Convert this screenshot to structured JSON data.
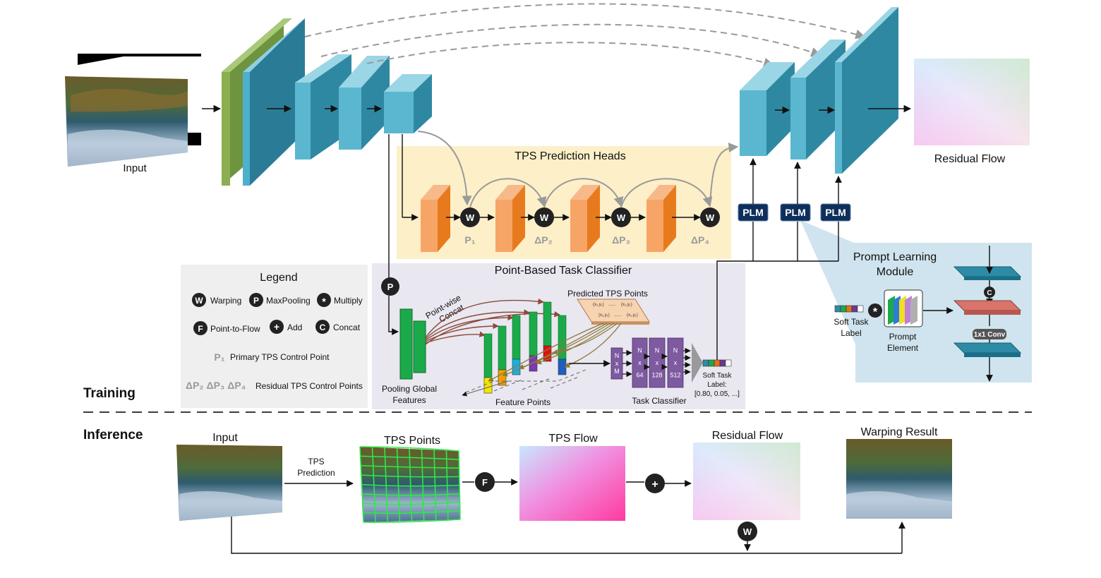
{
  "sections": {
    "training": "Training",
    "inference": "Inference"
  },
  "labels": {
    "input": "Input",
    "residual_flow": "Residual Flow",
    "tps_heads": "TPS Prediction Heads",
    "task_classifier_box": "Point-Based Task Classifier",
    "pooling_global_l1": "Pooling Global",
    "pooling_global_l2": "Features",
    "pointwise_l1": "Point-wise",
    "pointwise_l2": "Concat",
    "predicted_tps_points": "Predicted TPS Points",
    "feature_points": "Feature Points",
    "task_classifier": "Task Classifier",
    "soft_task_l1": "Soft Task",
    "soft_task_l2": "Label:",
    "soft_task_l3": "[0.80, 0.05, ...]",
    "plm_title_l1": "Prompt Learning",
    "plm_title_l2": "Module",
    "soft_task_label_l1": "Soft Task",
    "soft_task_label_l2": "Label",
    "prompt_element_l1": "Prompt",
    "prompt_element_l2": "Element",
    "conv": "1x1 Conv",
    "plm": "PLM"
  },
  "tps_points": {
    "p1": "P₁",
    "p2": "ΔP₂",
    "p3": "ΔP₃",
    "p4": "ΔP₄",
    "cell_a": "(x₁,y₁)",
    "cell_b": "(x₁,y₁)",
    "cell_c": "(x₁,y₁)",
    "cell_d": "(x₁,y₁)",
    "dots": "......"
  },
  "classifier": {
    "nxm": [
      "N",
      "x",
      "M"
    ],
    "l64": [
      "N",
      "x",
      "64"
    ],
    "l128": [
      "N",
      "x",
      "128"
    ],
    "l512": [
      "N",
      "x",
      "512"
    ]
  },
  "legend": {
    "title": "Legend",
    "warping": "Warping",
    "maxpooling": "MaxPooling",
    "multiply": "Multiply",
    "point_to_flow": "Point-to-Flow",
    "add": "Add",
    "concat": "Concat",
    "p1_symbol": "P₁",
    "primary": "Primary TPS Control Point",
    "residual_symbols": "ΔP₂ ΔP₃ ΔP₄",
    "residual": "Residual TPS Control Points"
  },
  "symbols": {
    "W": "W",
    "P": "P",
    "F": "F",
    "C": "C",
    "add": "+",
    "mul": "*"
  },
  "inference": {
    "input": "Input",
    "tps_l1": "TPS",
    "tps_l2": "Prediction",
    "tps_points": "TPS Points",
    "tps_flow": "TPS Flow",
    "residual_flow": "Residual Flow",
    "warping_result": "Warping Result"
  },
  "colors": {
    "encoder_green": "#8BAF50",
    "encoder_blue": "#2E8BA6",
    "tps_head_orange": "#F08A2E",
    "tps_panel_bg": "#FDEFC8",
    "classifier_bg": "#E9E7F0",
    "legend_bg": "#EFEFEF",
    "plm_panel_bg": "#CFE4EE",
    "plm_navy": "#0E2E5C",
    "classifier_purple": "#7E5AA0",
    "feature_green": "#1BAA4A"
  }
}
